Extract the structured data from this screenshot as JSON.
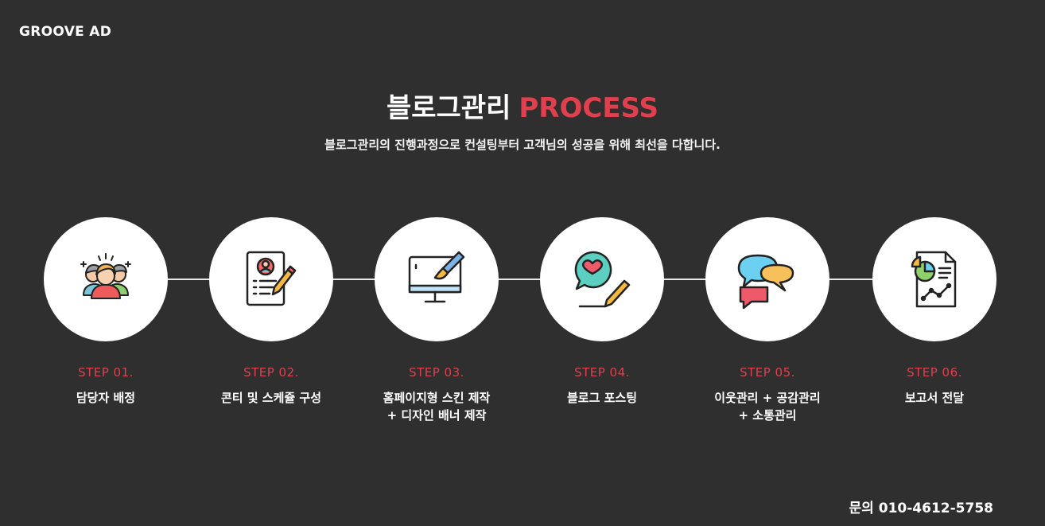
{
  "brand": "GROOVE AD",
  "title": {
    "main": "블로그관리",
    "accent": "PROCESS"
  },
  "subtitle": "블로그관리의 진행과정으로 컨설팅부터 고객님의 성공을 위해 최선을 다합니다.",
  "colors": {
    "background": "#2f2f2f",
    "accent": "#e0404e",
    "circle": "#ffffff"
  },
  "steps": [
    {
      "no": "STEP 01.",
      "text": "담당자 배정",
      "icon": "team-icon"
    },
    {
      "no": "STEP 02.",
      "text": "콘티 및 스케쥴 구성",
      "icon": "resume-pencil-icon"
    },
    {
      "no": "STEP 03.",
      "text": "홈페이지형 스킨 제작\n+ 디자인 배너 제작",
      "icon": "monitor-design-icon"
    },
    {
      "no": "STEP 04.",
      "text": "블로그 포스팅",
      "icon": "heart-chat-pencil-icon"
    },
    {
      "no": "STEP 05.",
      "text": "이웃관리 + 공감관리\n+ 소통관리",
      "icon": "chat-bubbles-icon"
    },
    {
      "no": "STEP 06.",
      "text": "보고서 전달",
      "icon": "report-chart-icon"
    }
  ],
  "contact": {
    "label": "문의",
    "phone": "010-4612-5758"
  }
}
